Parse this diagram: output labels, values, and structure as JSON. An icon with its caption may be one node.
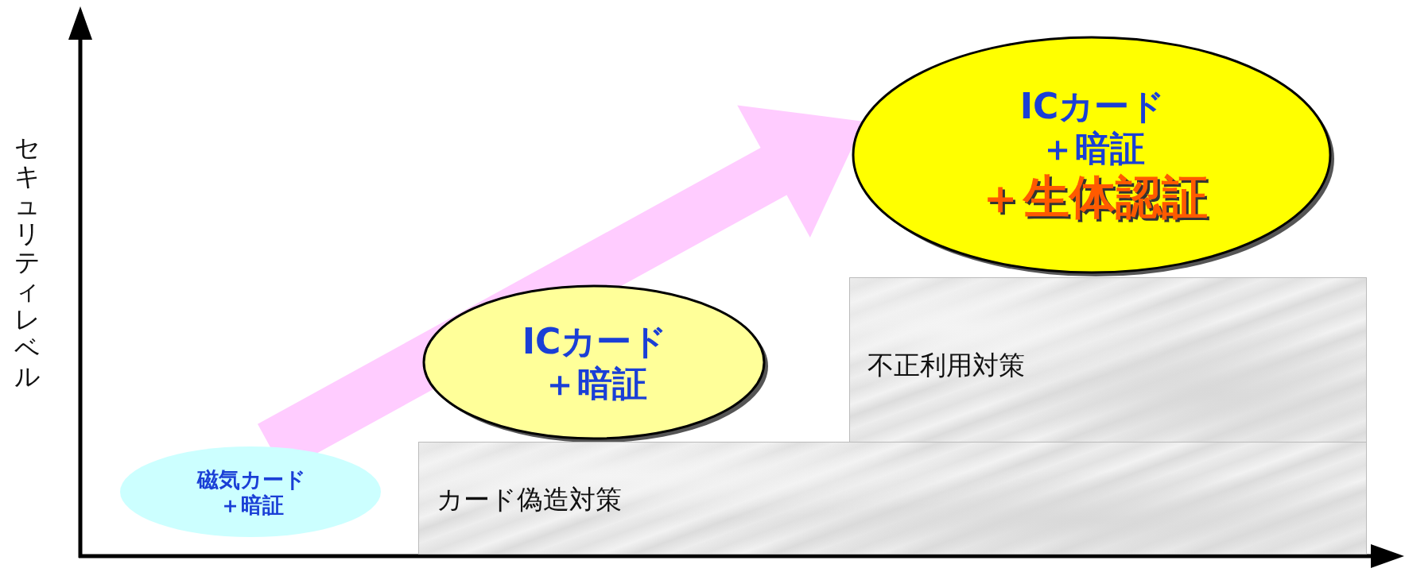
{
  "diagram": {
    "nodes": [
      {
        "text": [
          "ICカード",
          "＋暗証",
          "＋生体認証"
        ]
      },
      {
        "text": [
          "不正利用対策"
        ]
      },
      {
        "text": [
          "ICカード",
          "＋暗証"
        ]
      },
      {
        "text": [
          "カード偽造対策"
        ]
      },
      {
        "text": [
          "磁気カード",
          "＋暗証"
        ]
      }
    ],
    "edges": [
      {
        "from": 4,
        "to": 0,
        "arrow": "to"
      }
    ],
    "labels": [
      "セキュリティレベル"
    ]
  }
}
